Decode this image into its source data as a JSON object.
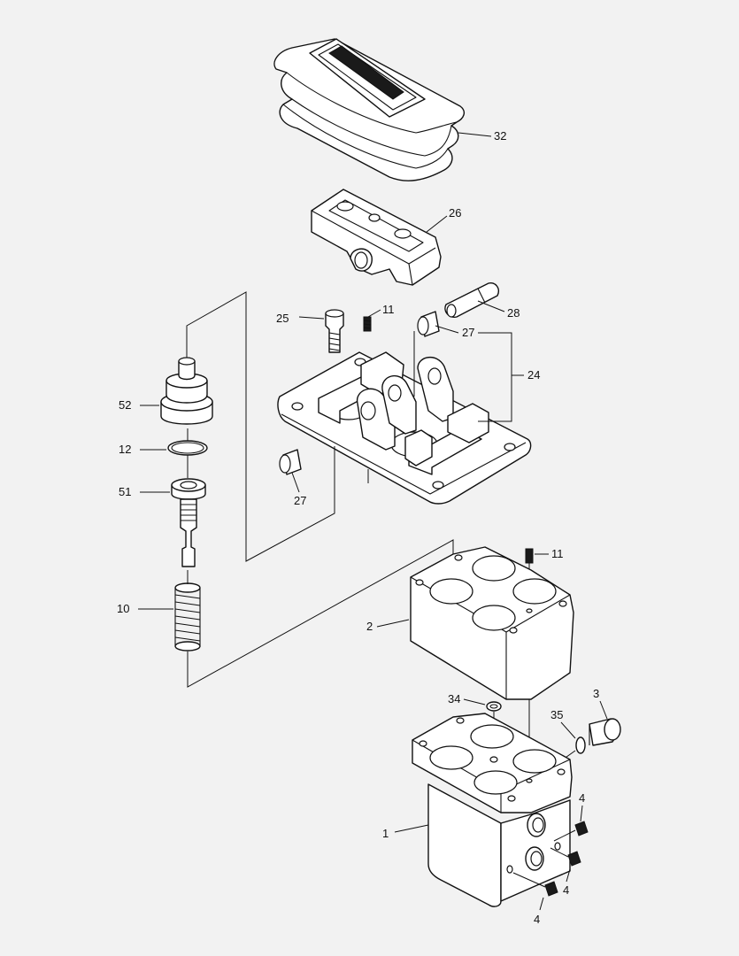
{
  "callouts": {
    "c32": "32",
    "c26": "26",
    "c25": "25",
    "c11a": "11",
    "c28": "28",
    "c27a": "27",
    "c24": "24",
    "c52": "52",
    "c12": "12",
    "c51": "51",
    "c27b": "27",
    "c11b": "11",
    "c10": "10",
    "c2": "2",
    "c34": "34",
    "c3": "3",
    "c35": "35",
    "c4a": "4",
    "c1": "1",
    "c4b": "4",
    "c4c": "4"
  }
}
